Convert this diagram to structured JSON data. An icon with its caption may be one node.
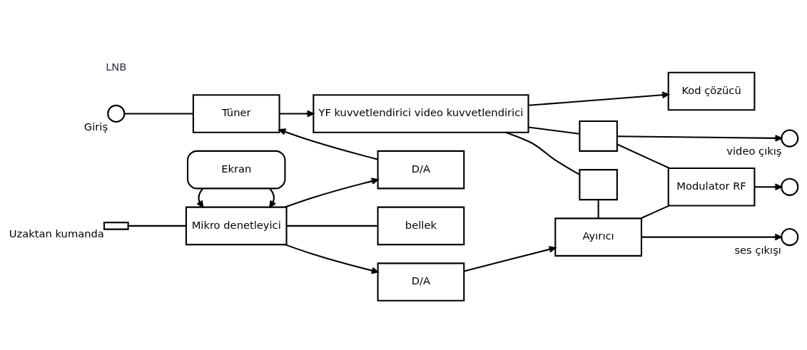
{
  "diagram": {
    "nodes": [
      {
        "text": [],
        "shape": "circle",
        "beside": [
          "Giriş"
        ]
      },
      {
        "text": [
          "Tüner"
        ]
      },
      {
        "text": [
          "YF kuvvetlendirici video kuvvetlendirici"
        ]
      },
      {
        "text": [
          "Kod çözücü"
        ]
      },
      {
        "text": [
          "D/A"
        ]
      },
      {
        "text": [
          "bellek"
        ]
      },
      {
        "text": [],
        "shape": "box"
      },
      {
        "text": [],
        "shape": "box"
      },
      {
        "text": [
          "Modulator RF"
        ]
      },
      {
        "text": [],
        "shape": "circle",
        "beside": [
          "video çıkış"
        ]
      },
      {
        "text": [],
        "shape": "circle"
      },
      {
        "text": [],
        "shape": "circle",
        "beside": [
          "ses çıkışı"
        ]
      },
      {
        "text": [],
        "shape": "box",
        "beside": [
          "Uzaktan kumanda"
        ]
      },
      {
        "text": [
          "Mikro denetleyici"
        ]
      },
      {
        "text": [
          "D/A"
        ]
      },
      {
        "text": [
          "Ayırıcı"
        ]
      },
      {
        "text": [
          "Ekran"
        ]
      }
    ],
    "edges": [
      {
        "from": 0,
        "to": 1,
        "arrow": "none"
      },
      {
        "from": 1,
        "to": 2,
        "arrow": "to"
      },
      {
        "from": 2,
        "to": 3,
        "arrow": "to"
      },
      {
        "from": 2,
        "to": 6,
        "arrow": "none"
      },
      {
        "from": 2,
        "to": 7,
        "arrow": "none"
      },
      {
        "from": 7,
        "to": 15,
        "arrow": "none"
      },
      {
        "from": 6,
        "to": 9,
        "arrow": "to"
      },
      {
        "from": 6,
        "to": 8,
        "arrow": "none"
      },
      {
        "from": 8,
        "to": 10,
        "arrow": "to"
      },
      {
        "from": 15,
        "to": 11,
        "arrow": "to"
      },
      {
        "from": 15,
        "to": 8,
        "arrow": "none"
      },
      {
        "from": 4,
        "to": 1,
        "arrow": "to"
      },
      {
        "from": 13,
        "to": 4,
        "arrow": "to"
      },
      {
        "from": 13,
        "to": 5,
        "arrow": "none"
      },
      {
        "from": 12,
        "to": 13,
        "arrow": "none"
      },
      {
        "from": 13,
        "to": 14,
        "arrow": "to"
      },
      {
        "from": 14,
        "to": 15,
        "arrow": "to"
      },
      {
        "from": 16,
        "to": 13,
        "arrow": "to"
      },
      {
        "from": 16,
        "to": 13,
        "arrow": "to"
      }
    ],
    "labels": [
      "LNB"
    ]
  }
}
